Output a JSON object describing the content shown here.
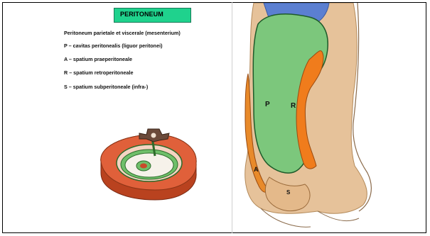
{
  "title": "PERITONEUM",
  "legend": [
    "Peritoneum parietale et viscerale (mesenterium)",
    "P – cavitas peritonealis (liguor peritonei)",
    "A – spatium praeperitoneale",
    "R – spatium retroperitoneale",
    "S – spatium subperitoneale (infra-)"
  ],
  "figure_labels": {
    "p": "P",
    "r": "R",
    "a": "A",
    "s": "S"
  },
  "colors": {
    "title_bg": "#1fd28d",
    "peritoneal_cavity": "#6cc77a",
    "retroperitoneal": "#f07c1c",
    "preperitoneal": "#e88a2a",
    "subperitoneal": "#e4b98a",
    "wall": "#e8c79e",
    "diaphragm": "#5b7fd1",
    "cross_section_wall": "#d9532e"
  },
  "icons": {
    "cross-section": "abdomen-cross-section-illustration",
    "sagittal": "sagittal-peritoneum-illustration"
  }
}
